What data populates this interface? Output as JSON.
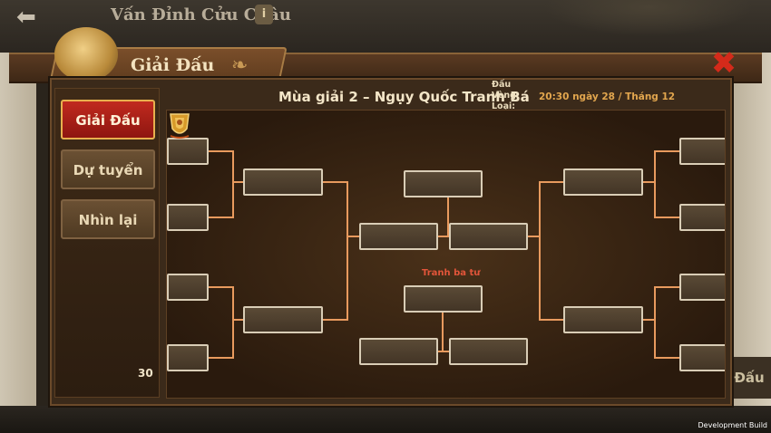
{
  "window": {
    "top_title": "Vấn Đỉnh Cửu Châu",
    "info_icon": "i",
    "back_icon": "back-arrow-icon"
  },
  "panel": {
    "title": "Giải Đấu",
    "close_icon": "close-x-icon"
  },
  "nav": {
    "items": [
      {
        "label": "Giải Đấu",
        "active": true
      },
      {
        "label": "Dự tuyển",
        "active": false
      },
      {
        "label": "Nhìn lại",
        "active": false
      }
    ],
    "count": "30"
  },
  "season": {
    "title": "Mùa giải 2 – Ngụy Quốc Tranh Bá",
    "stage_label": "Đấu Vòng Loại:",
    "stage_time": "20:30  ngày 28 / Tháng 12"
  },
  "bracket": {
    "third_place_label": "Tranh ba tư",
    "trophy_icon": "gold-trophy-icon"
  },
  "side_button": {
    "label": "Đấu"
  },
  "footer": {
    "dev_build": "Development Build"
  },
  "colors": {
    "active_tab": "#a5201a",
    "bracket_line": "#e89a5e",
    "slot_border": "#d9cdb6",
    "close_icon": "#d42a1a",
    "time_text": "#e2a64e"
  }
}
